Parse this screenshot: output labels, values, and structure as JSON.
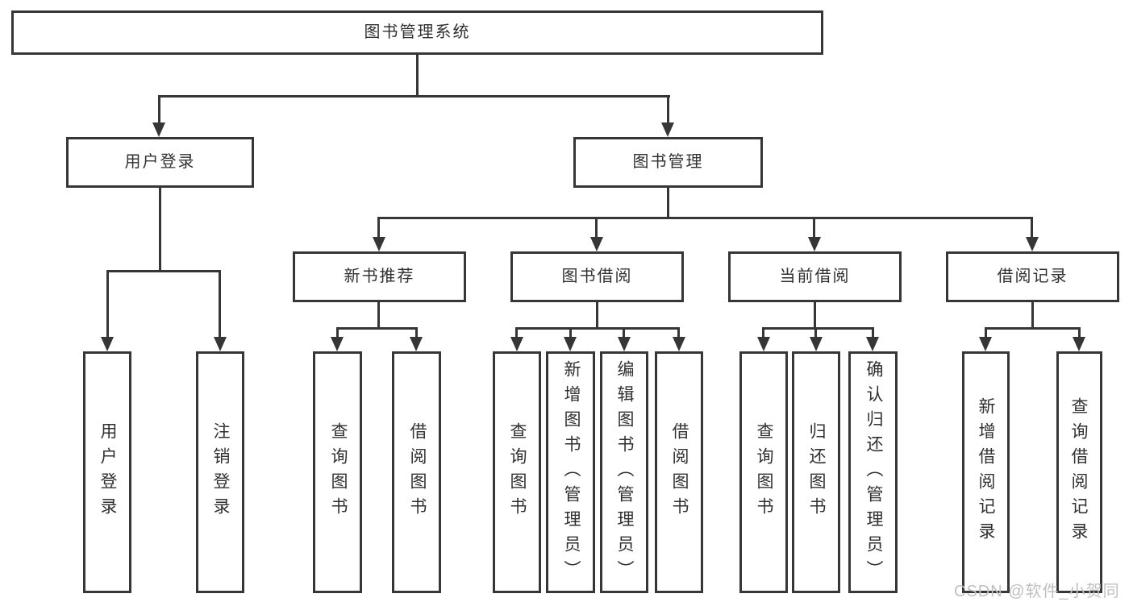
{
  "tree": {
    "root": {
      "label": "图书管理系统"
    },
    "branches": [
      {
        "label": "用户登录",
        "children": [
          {
            "label": "用户登录"
          },
          {
            "label": "注销登录"
          }
        ]
      },
      {
        "label": "图书管理",
        "children": [
          {
            "label": "新书推荐",
            "children": [
              {
                "label": "查询图书"
              },
              {
                "label": "借阅图书"
              }
            ]
          },
          {
            "label": "图书借阅",
            "children": [
              {
                "label": "查询图书"
              },
              {
                "label": "新增图书（管理员）"
              },
              {
                "label": "编辑图书（管理员）"
              },
              {
                "label": "借阅图书"
              }
            ]
          },
          {
            "label": "当前借阅",
            "children": [
              {
                "label": "查询图书"
              },
              {
                "label": "归还图书"
              },
              {
                "label": "确认归还（管理员）"
              }
            ]
          },
          {
            "label": "借阅记录",
            "children": [
              {
                "label": "新增借阅记录"
              },
              {
                "label": "查询借阅记录"
              }
            ]
          }
        ]
      }
    ]
  },
  "watermark": {
    "text": "CSDN @软件_小贺同学"
  },
  "colors": {
    "line": "#363636",
    "text": "#303030",
    "watermark": "#c0c0c0",
    "background": "#ffffff"
  }
}
